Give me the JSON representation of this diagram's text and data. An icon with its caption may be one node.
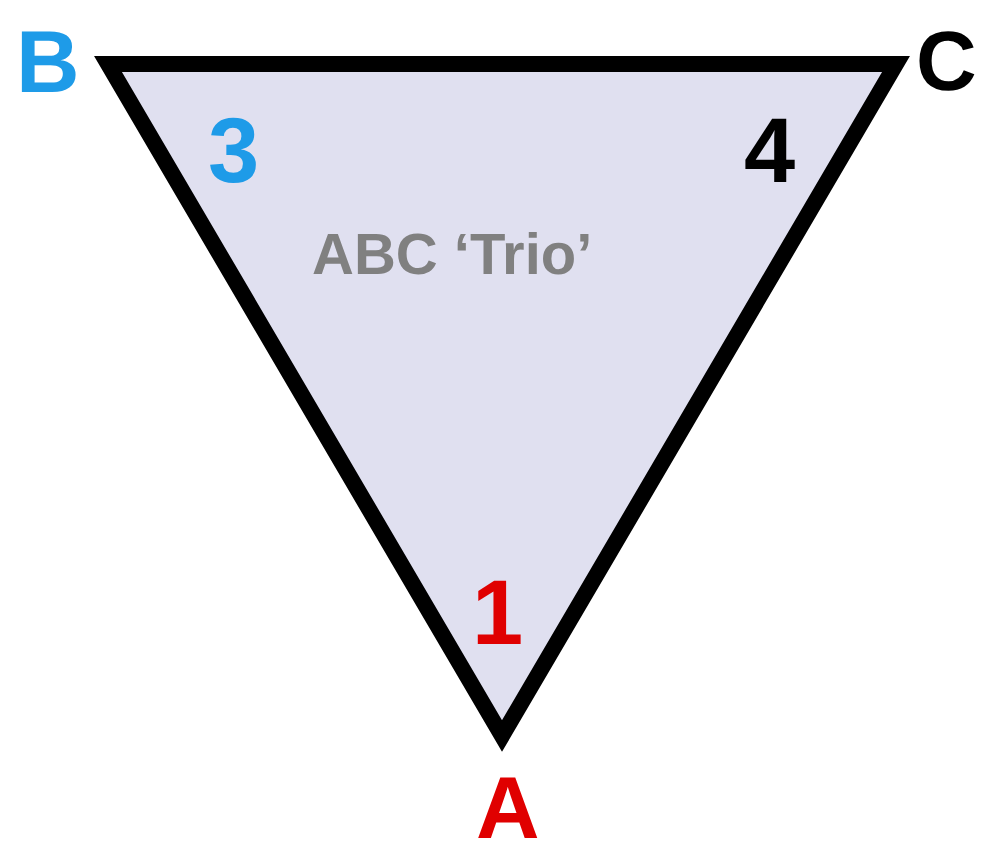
{
  "diagram": {
    "nodes": [
      {
        "text": [
          "ABC ‘Trio’"
        ]
      }
    ],
    "edges": [],
    "labels": [
      "B",
      "C",
      "3",
      "4",
      "1",
      "A"
    ]
  }
}
